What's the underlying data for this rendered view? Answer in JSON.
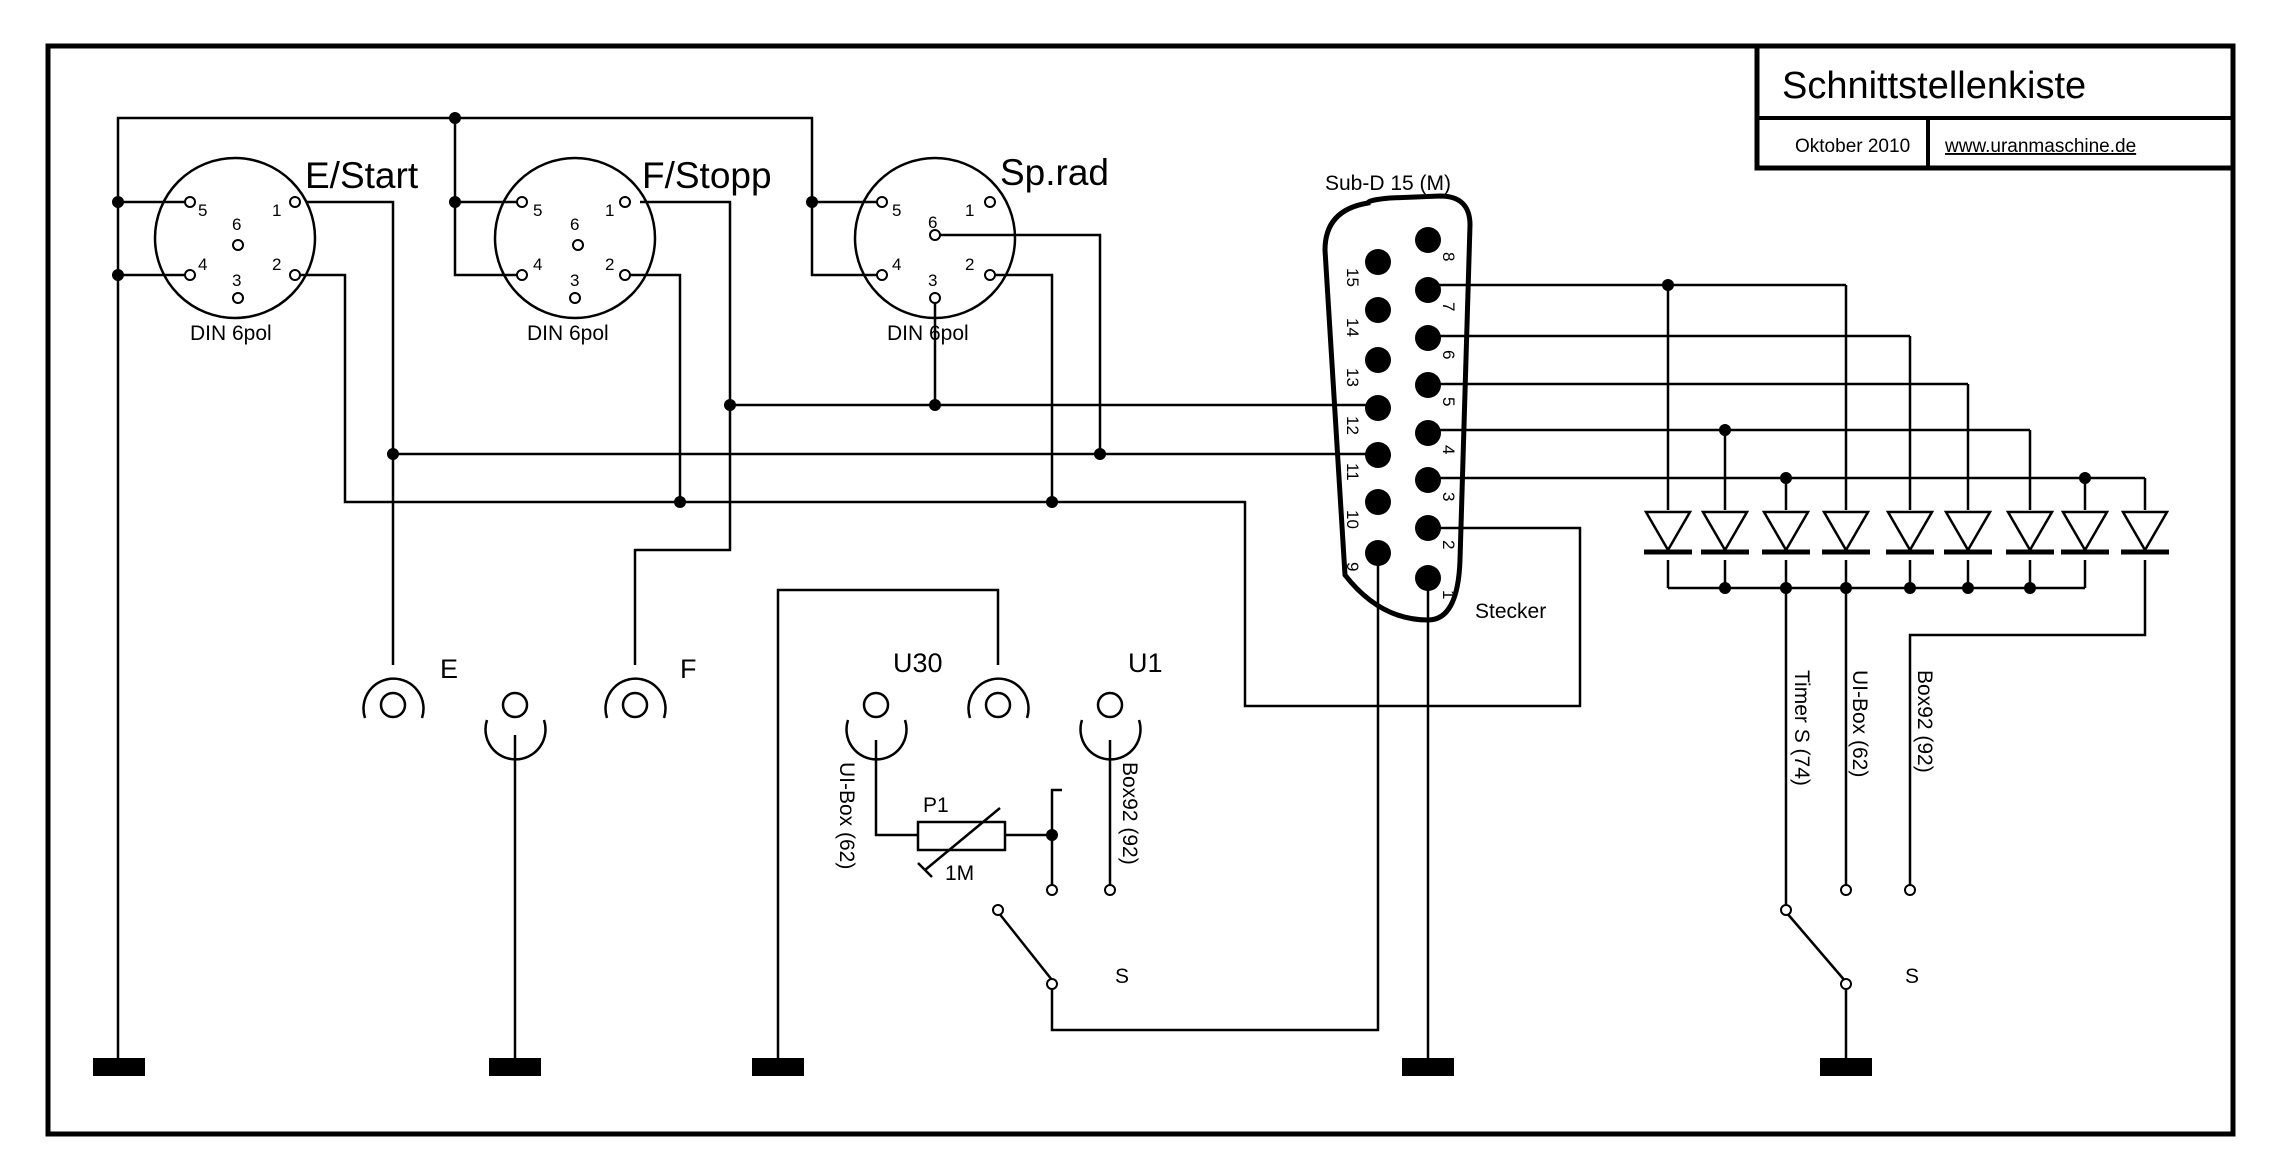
{
  "title_block": {
    "title": "Schnittstellenkiste",
    "date": "Oktober 2010",
    "url": "www.uranmaschine.de"
  },
  "din_connectors": [
    {
      "name": "E/Start",
      "type": "DIN 6pol"
    },
    {
      "name": "F/Stopp",
      "type": "DIN 6pol"
    },
    {
      "name": "Sp.rad",
      "type": "DIN 6pol"
    }
  ],
  "din_pins": [
    "1",
    "2",
    "3",
    "4",
    "5",
    "6"
  ],
  "subd": {
    "title": "Sub-D 15 (M)",
    "note": "Stecker",
    "top_row_pins": [
      "8",
      "7",
      "6",
      "5",
      "4",
      "3",
      "2",
      "1"
    ],
    "bottom_row_pins": [
      "15",
      "14",
      "13",
      "12",
      "11",
      "10",
      "9"
    ]
  },
  "jacks": {
    "E": "E",
    "F": "F",
    "U30": "U30",
    "U1": "U1"
  },
  "wire_labels": {
    "uibox_left": "UI-Box (62)",
    "box92_left": "Box92 (92)",
    "timer_right": "Timer S (74)",
    "uibox_right": "UI-Box (62)",
    "box92_right": "Box92 (92)"
  },
  "potentiometer": {
    "name": "P1",
    "value": "1M"
  },
  "switches": {
    "left": "S",
    "right": "S"
  }
}
